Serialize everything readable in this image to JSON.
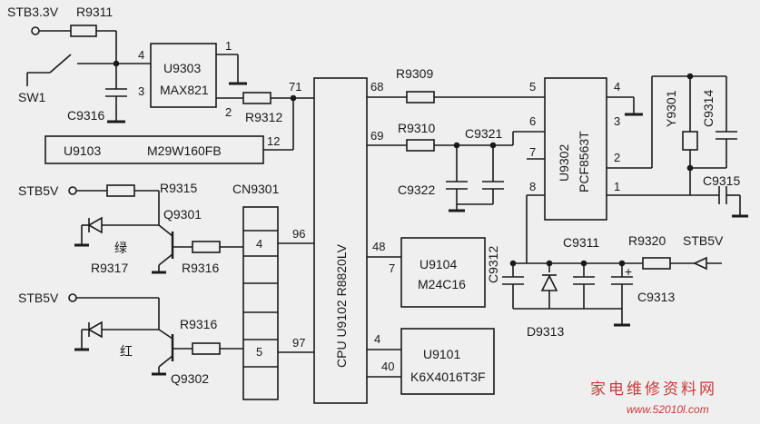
{
  "labels": {
    "stb33": "STB3.3V",
    "r9311": "R9311",
    "sw1": "SW1",
    "c9316": "C9316",
    "u9303": "U9303",
    "max821": "MAX821",
    "r9312": "R9312",
    "u9103": "U9103",
    "m29w": "M29W160FB",
    "r9309": "R9309",
    "r9310": "R9310",
    "c9321": "C9321",
    "c9322": "C9322",
    "u9302": "U9302",
    "pcf": "PCF8563T",
    "y9301": "Y9301",
    "c9314": "C9314",
    "c9315": "C9315",
    "stb5v_a": "STB5V",
    "r9315": "R9315",
    "cn9301": "CN9301",
    "q9301": "Q9301",
    "green": "绿",
    "r9317": "R9317",
    "r9316_a": "R9316",
    "stb5v_b": "STB5V",
    "r9316_b": "R9316",
    "red": "红",
    "q9302": "Q9302",
    "cpu": "CPU  U9102  R8820LV",
    "u9104": "U9104",
    "m24c16": "M24C16",
    "c9312": "C9312",
    "c9311": "C9311",
    "r9320": "R9320",
    "stb5v_c": "STB5V",
    "c9313": "C9313",
    "d9313": "D9313",
    "u9101": "U9101",
    "k6x": "K6X4016T3F",
    "plus": "+"
  },
  "pins": {
    "p4": "4",
    "p3": "3",
    "p1": "1",
    "p2": "2",
    "p71": "71",
    "p12": "12",
    "p68": "68",
    "p69": "69",
    "p96": "96",
    "p97": "97",
    "p48": "48",
    "p7": "7",
    "p4b": "4",
    "p40": "40",
    "cn4": "4",
    "cn5": "5",
    "r5": "5",
    "r6": "6",
    "r7": "7",
    "r8": "8",
    "r4": "4",
    "r3": "3",
    "r2": "2",
    "r1": "1"
  },
  "watermark": {
    "text": "家电维修资料网",
    "url": "www.52010l.com"
  }
}
